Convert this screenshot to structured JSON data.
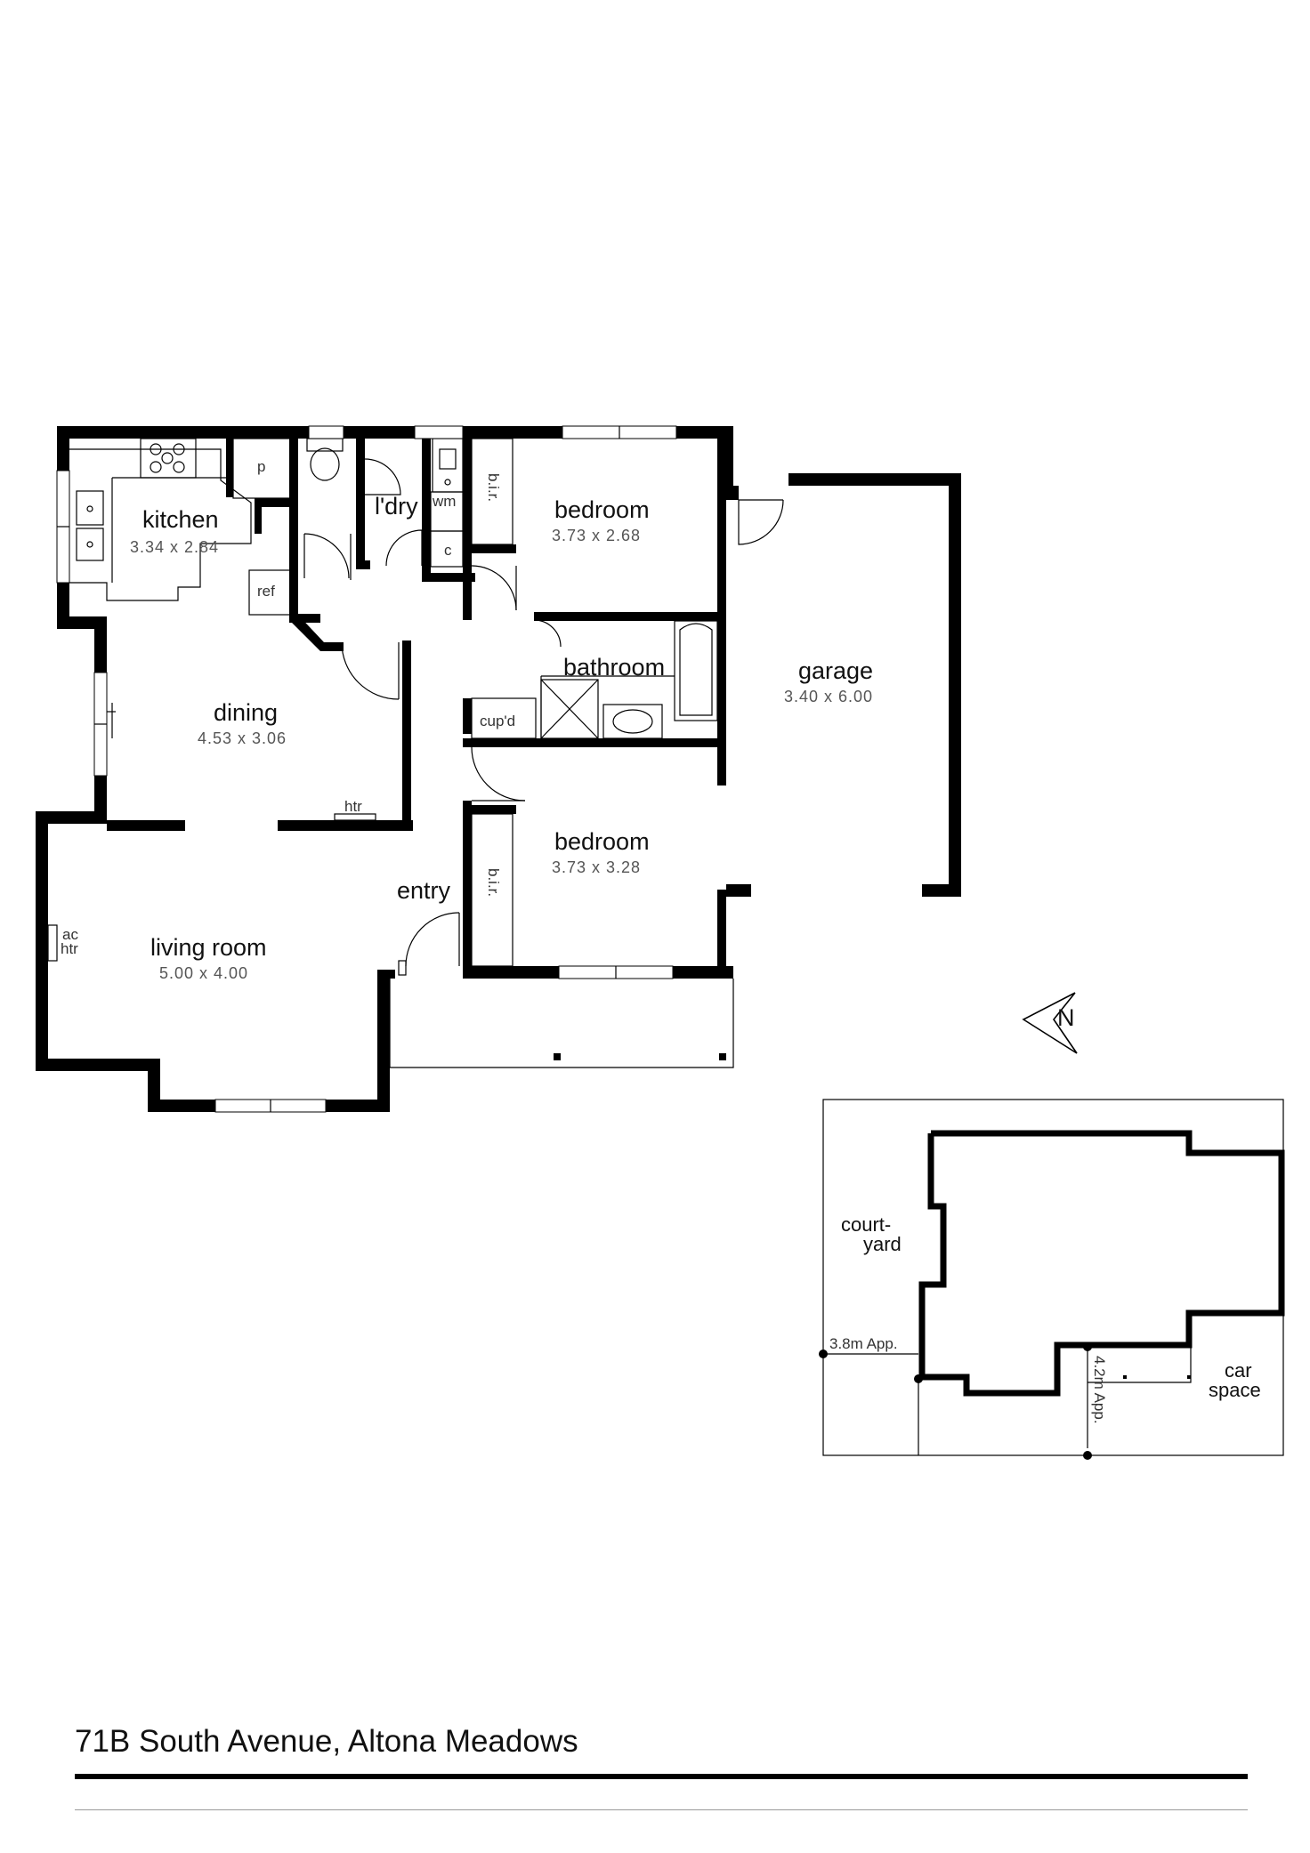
{
  "plan": {
    "address": "71B South Avenue, Altona Meadows",
    "north_label": "N",
    "rooms": {
      "kitchen": {
        "name": "kitchen",
        "dims": "3.34 x 2.84"
      },
      "laundry": {
        "name": "l'dry"
      },
      "bedroom1": {
        "name": "bedroom",
        "dims": "3.73 x 2.68"
      },
      "bathroom": {
        "name": "bathroom"
      },
      "garage": {
        "name": "garage",
        "dims": "3.40 x 6.00"
      },
      "dining": {
        "name": "dining",
        "dims": "4.53 x 3.06"
      },
      "bedroom2": {
        "name": "bedroom",
        "dims": "3.73 x 3.28"
      },
      "entry": {
        "name": "entry"
      },
      "living": {
        "name": "living room",
        "dims": "5.00 x 4.00"
      }
    },
    "fixtures": {
      "pantry": "p",
      "fridge": "ref",
      "washing_machine": "wm",
      "cupboard_c": "c",
      "bir1": "b.i.r.",
      "bir2": "b.i.r.",
      "cupboard": "cup'd",
      "heater": "htr",
      "ac": "ac",
      "ac_htr": "htr"
    },
    "site": {
      "courtyard_1": "court-",
      "courtyard_2": "yard",
      "car_1": "car",
      "car_2": "space",
      "dim_width": "3.8m App.",
      "dim_depth": "4.2m App."
    }
  }
}
